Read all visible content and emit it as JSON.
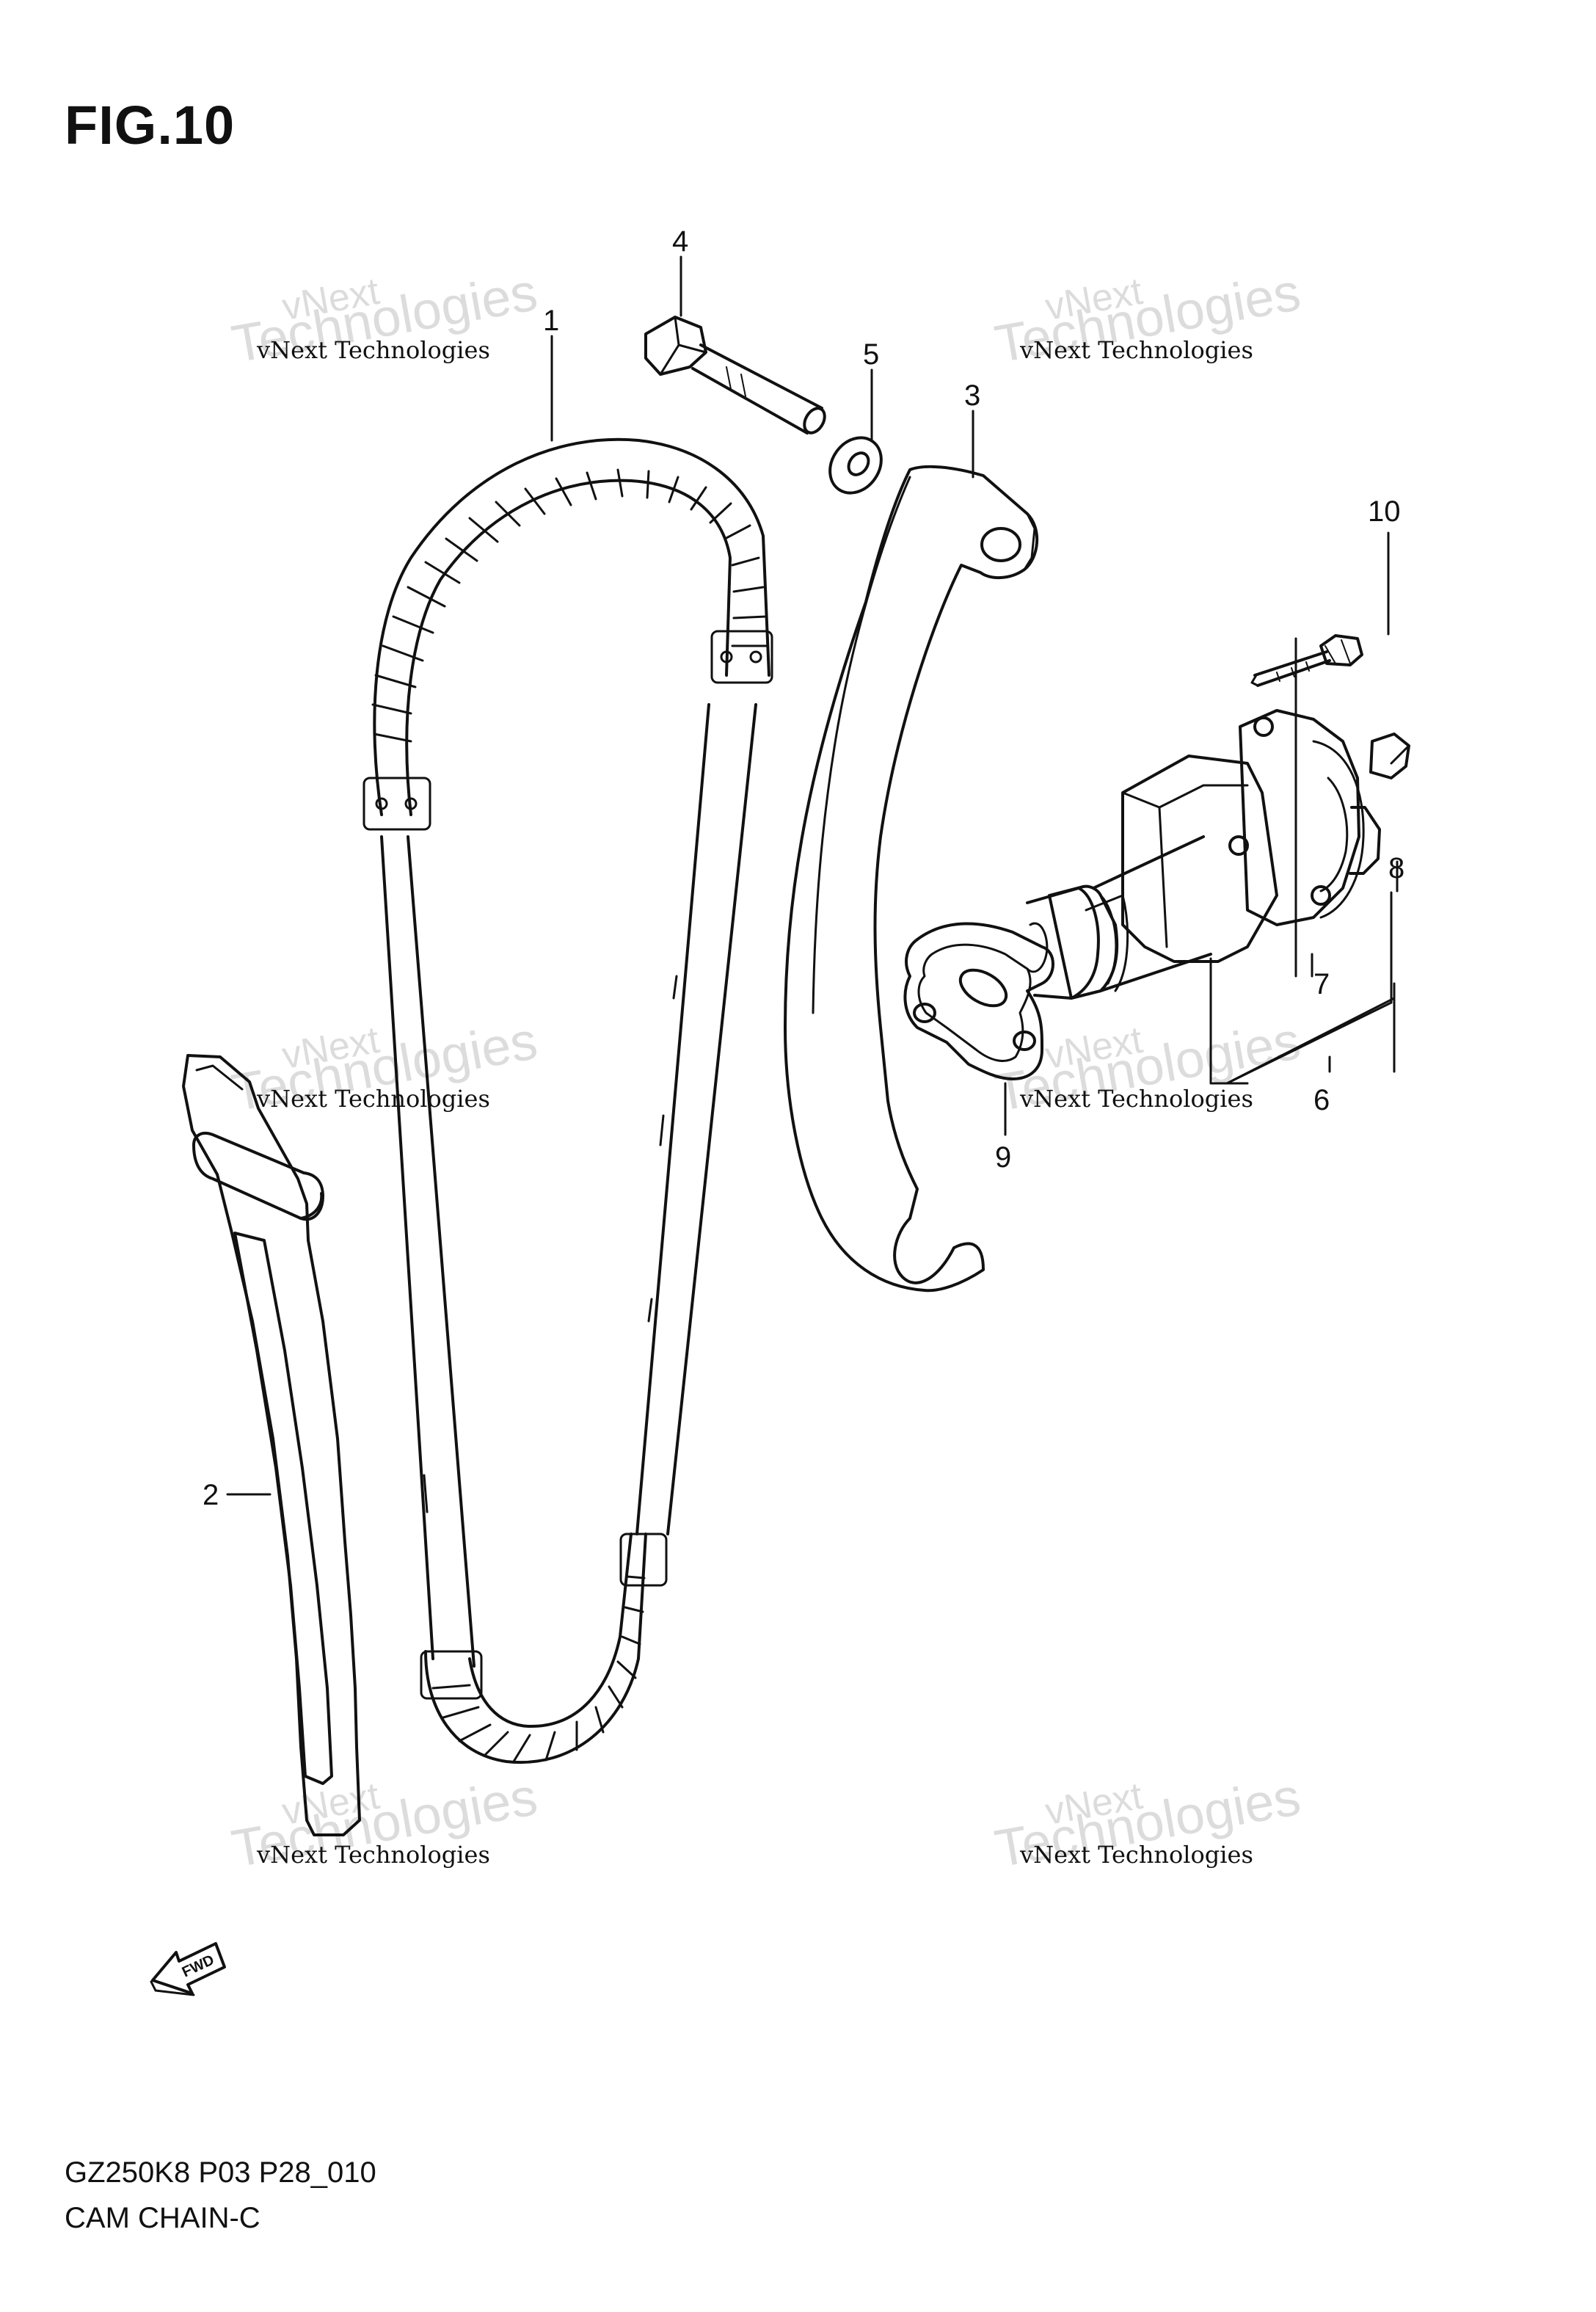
{
  "figure": {
    "title": "FIG.10",
    "model_code": "GZ250K8 P03 P28_010",
    "group_name": "CAM CHAIN-C"
  },
  "watermark": {
    "brand": "vNext",
    "subtitle": "Technologies",
    "text": "vNext Technologies"
  },
  "callouts": [
    {
      "id": "1",
      "label": "1"
    },
    {
      "id": "2",
      "label": "2"
    },
    {
      "id": "3",
      "label": "3"
    },
    {
      "id": "4",
      "label": "4"
    },
    {
      "id": "5",
      "label": "5"
    },
    {
      "id": "6",
      "label": "6"
    },
    {
      "id": "7",
      "label": "7"
    },
    {
      "id": "8",
      "label": "8"
    },
    {
      "id": "9",
      "label": "9"
    },
    {
      "id": "10",
      "label": "10"
    }
  ],
  "fwd_label": "FWD",
  "colors": {
    "line": "#111111",
    "watermark": "#dcdcdc"
  }
}
